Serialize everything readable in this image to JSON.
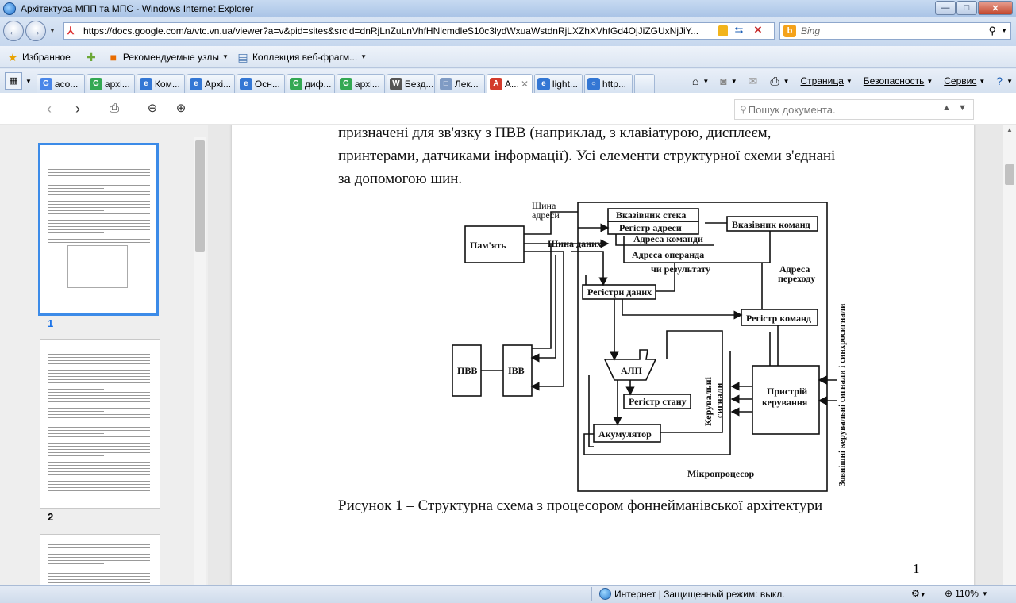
{
  "window": {
    "title": "Архітектура МПП та МПС - Windows Internet Explorer",
    "minimize": "—",
    "maximize": "□",
    "close": "✕"
  },
  "address": {
    "url": "https://docs.google.com/a/vtc.vn.ua/viewer?a=v&pid=sites&srcid=dnRjLnZuLnVhfHNlcmdleS10c3lydWxuaWstdnRjLXZhXVhfGd4OjJiZGUxNjJiY...",
    "search_placeholder": "Bing"
  },
  "favorites": {
    "favorites_label": "Избранное",
    "suggested_label": "Рекомендуемые узлы",
    "gallery_label": "Коллекция веб-фрагм..."
  },
  "tabs": [
    {
      "label": "aco...",
      "icon": "G",
      "color": "#4a86e8"
    },
    {
      "label": "архі...",
      "icon": "G",
      "color": "#34a853"
    },
    {
      "label": "Ком...",
      "icon": "e",
      "color": "#3477d4"
    },
    {
      "label": "Архі...",
      "icon": "e",
      "color": "#3477d4"
    },
    {
      "label": "Осн...",
      "icon": "e",
      "color": "#3477d4"
    },
    {
      "label": "диф...",
      "icon": "G",
      "color": "#34a853"
    },
    {
      "label": "архі...",
      "icon": "G",
      "color": "#34a853"
    },
    {
      "label": "Безд...",
      "icon": "W",
      "color": "#555555"
    },
    {
      "label": "Лек...",
      "icon": "□",
      "color": "#7f9bc4"
    },
    {
      "label": "A...",
      "icon": "A",
      "color": "#d33b2c"
    },
    {
      "label": "light...",
      "icon": "e",
      "color": "#3477d4"
    },
    {
      "label": "http...",
      "icon": "○",
      "color": "#3477d4"
    }
  ],
  "commands": {
    "page": "Страница",
    "safety": "Безопасность",
    "service": "Сервис"
  },
  "viewer": {
    "search_placeholder": "Пошук документа.",
    "thumb_numbers": [
      "1",
      "2"
    ]
  },
  "document": {
    "para_lines": [
      "призначені для зв'язку з ПВВ (наприклад, з клавіатурою, дисплеєм,",
      "принтерами, датчиками інформації). Усі елементи структурної схеми з'єднані",
      "за допомогою шин."
    ],
    "caption": "Рисунок 1  –  Структурна схема з процесором фоннейманівської архітектури",
    "page_number": "1",
    "diagram": {
      "bus_address": [
        "Шина",
        "адреси"
      ],
      "memory": "Пам'ять",
      "data_bus": "Шина даних",
      "stack_pointer": "Вказівник стека",
      "address_register": "Регістр адреси",
      "command_pointer": "Вказівник команд",
      "command_address": "Адреса команди",
      "operand_address": [
        "Адреса операнда",
        "чи результату"
      ],
      "jump_address": [
        "Адреса",
        "переходу"
      ],
      "data_registers": "Регістри даних",
      "command_register": "Регістр команд",
      "pvv": "ПВВ",
      "ivv": "ІВВ",
      "alu": "АЛП",
      "status_register": "Регістр стану",
      "accumulator": "Акумулятор",
      "control_signals": [
        "Керувальні",
        "сигнали"
      ],
      "control_unit": [
        "Пристрій",
        "керування"
      ],
      "external_signals": "Зовнішні керувальні сигнали і синхросигнали",
      "microprocessor": "Мікропроцесор"
    }
  },
  "status": {
    "zone": "Интернет | Защищенный режим: выкл.",
    "zoom": "110%"
  }
}
